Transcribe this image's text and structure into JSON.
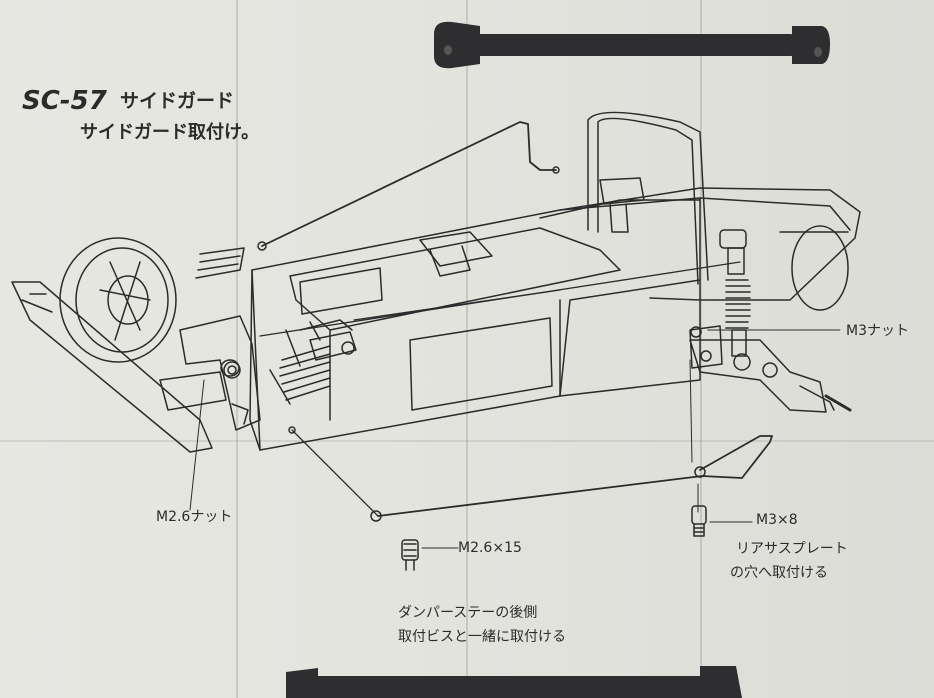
{
  "title": {
    "code": "SC-57",
    "name": "サイドガード",
    "subtitle": "サイドガード取付け。"
  },
  "callouts": {
    "m3_nut": "M3ナット",
    "m26_nut": "M2.6ナット",
    "m26x15": "M2.6×15",
    "m3x8": "M3×8"
  },
  "notes": {
    "rear_line1": "リアサスプレート",
    "rear_line2": "の穴へ取付ける",
    "damper_line1": "ダンパーステーの後側",
    "damper_line2": "取付ビスと一緒に取付ける"
  },
  "colors": {
    "paper": "#e4e4df",
    "ink": "#2b2b2b",
    "part_black": "#2e2e30"
  },
  "icons": {
    "shaft_top": "driveshaft-part-icon",
    "shaft_bottom": "driveshaft-part-icon",
    "chassis": "buggy-chassis-illustration"
  }
}
